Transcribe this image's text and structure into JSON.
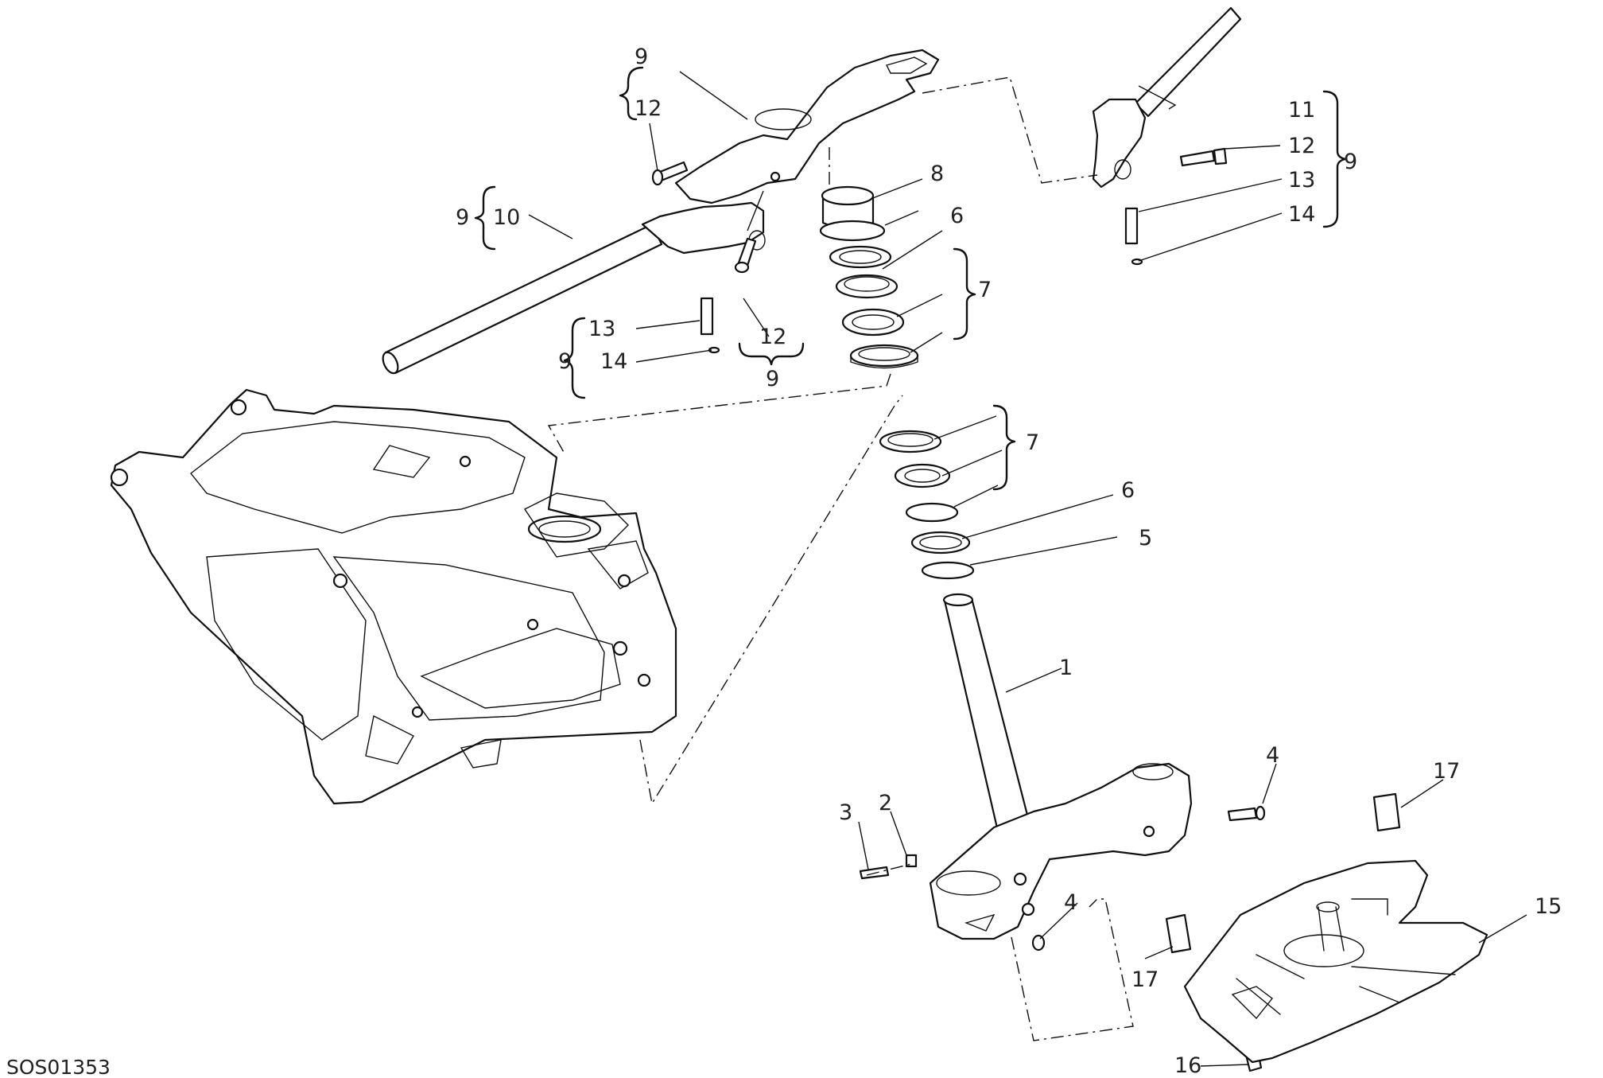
{
  "drawing_code": "SOS01353",
  "labels": {
    "l1": "1",
    "l2": "2",
    "l3": "3",
    "l4a": "4",
    "l4b": "4",
    "l5": "5",
    "l6a": "6",
    "l6b": "6",
    "l7a": "7",
    "l7b": "7",
    "l8": "8",
    "l9a": "9",
    "l9b": "9",
    "l9c": "9",
    "l9d": "9",
    "l9e": "9",
    "l10": "10",
    "l11": "11",
    "l12a": "12",
    "l12b": "12",
    "l12c": "12",
    "l13a": "13",
    "l13b": "13",
    "l14a": "14",
    "l14b": "14",
    "l15": "15",
    "l16": "16",
    "l17a": "17",
    "l17b": "17"
  }
}
